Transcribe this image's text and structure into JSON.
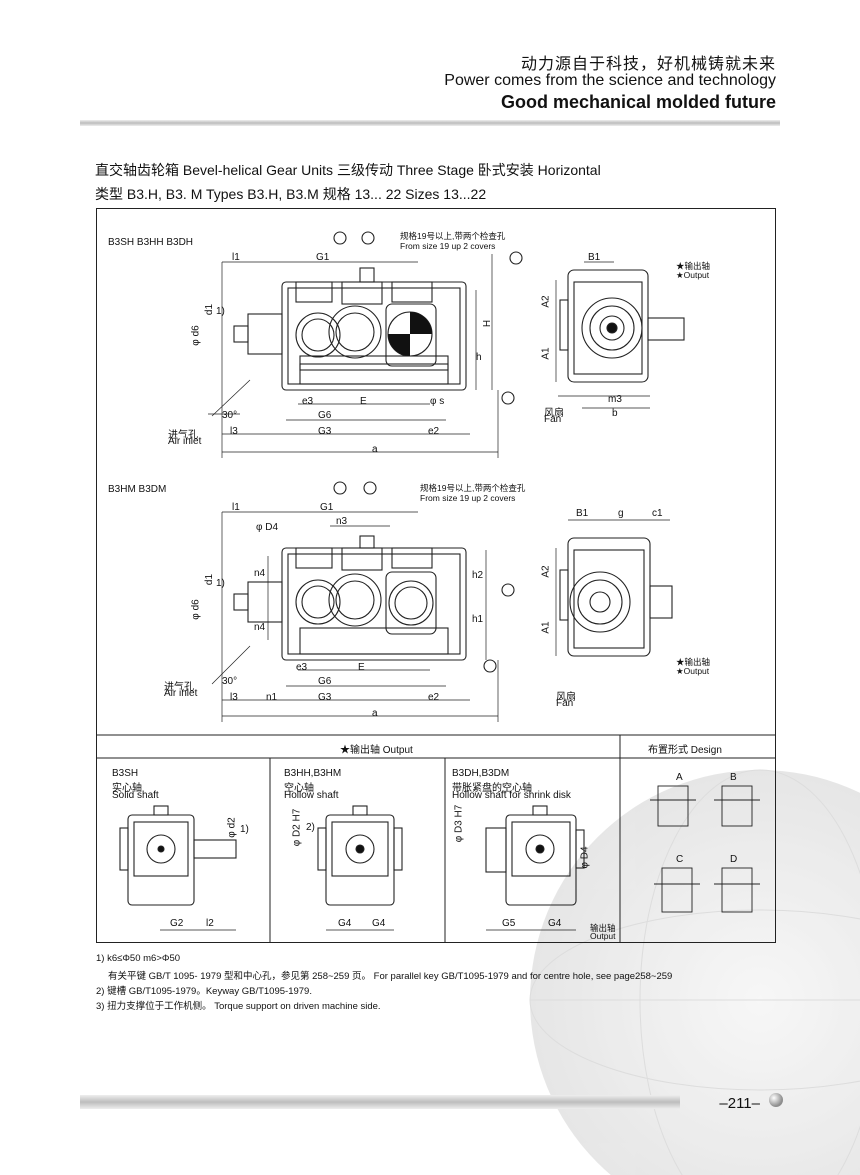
{
  "header": {
    "cn": "动力源自于科技，好机械铸就未来",
    "en": "Power comes from the science and technology",
    "bold": "Good mechanical molded future"
  },
  "title": {
    "line1": "直交轴齿轮箱   Bevel-helical   Gear Units      三级传动  Three  Stage          卧式安装  Horizontal",
    "line2": "类型 B3.H, B3. M     Types  B3.H,   B3.M                 规格  13... 22        Sizes 13...22"
  },
  "section1": {
    "title": "B3SH B3HH B3DH",
    "note_cn": "规格19号以上,带两个检查孔",
    "note_en": "From  size 19  up 2 covers",
    "output_cn": "★输出轴",
    "output_en": "★Output",
    "fan_cn": "风扇",
    "fan_en": "Fan",
    "air_cn": "进气孔",
    "air_en": "Air inlet",
    "dims": {
      "l1": "l1",
      "G1": "G1",
      "d1": "d1",
      "d6": "φ d6",
      "H": "H",
      "h": "h",
      "e3": "e3",
      "E": "E",
      "S": "φ s",
      "G6": "G6",
      "l3": "l3",
      "G3": "G3",
      "e2": "e2",
      "a": "a",
      "angle": "30°",
      "B1": "B1",
      "A2": "A2",
      "A1": "A1",
      "m3": "m3",
      "b": "b",
      "one": "1)"
    }
  },
  "section2": {
    "title": "B3HM B3DM",
    "note_cn": "规格19号以上,带两个检查孔",
    "note_en": "From  size 19  up 2 covers",
    "output_cn": "★输出轴",
    "output_en": "★Output",
    "fan_cn": "风扇",
    "fan_en": "Fan",
    "air_cn": "进气孔",
    "air_en": "Air inlet",
    "dims": {
      "l1": "l1",
      "G1": "G1",
      "n3": "n3",
      "D4": "φ D4",
      "d1": "d1",
      "d6": "φ d6",
      "n4a": "n4",
      "n4b": "n4",
      "h2": "h2",
      "h1": "h1",
      "e3": "e3",
      "E": "E",
      "G6": "G6",
      "l3": "l3",
      "n1": "n1",
      "G3": "G3",
      "e2": "e2",
      "a": "a",
      "angle": "30°",
      "B1": "B1",
      "g": "g",
      "c1": "c1",
      "A2": "A2",
      "A1": "A1",
      "one": "1)"
    }
  },
  "bottom": {
    "output_header": "★输出轴  Output",
    "design_header": "布置形式 Design",
    "solid": {
      "code": "B3SH",
      "cn": "实心轴",
      "en": "Solid shaft",
      "dim1": "φ d2",
      "dim1n": "1)",
      "G2": "G2",
      "l2": "l2"
    },
    "hollow": {
      "code": "B3HH,B3HM",
      "cn": "空心轴",
      "en": "Hollow shaft",
      "dim1": "φ D2 H7",
      "dim1n": "2)",
      "G4a": "G4",
      "G4b": "G4"
    },
    "shrink": {
      "code": "B3DH,B3DM",
      "cn": "带胀紧盘的空心轴",
      "en": "Hollow shaft for shrink disk",
      "dim1": "φ D3 H7",
      "dim2": "φ D4",
      "G5": "G5",
      "G4": "G4",
      "out_cn": "输出轴",
      "out_en": "Output"
    },
    "designs": [
      "A",
      "B",
      "C",
      "D"
    ]
  },
  "notes": {
    "n1": "1)  k6≤Φ50    m6>Φ50",
    "n1b": "有关平键 GB/T 1095- 1979 型和中心孔，参见第 258~259 页。     For parallel key GB/T1095-1979 and for centre hole, see page258~259",
    "n2": "2)  键槽 GB/T1095-1979。Keyway GB/T1095-1979.",
    "n3": "3)  扭力支撑位于工作机侧。    Torque support on driven machine side."
  },
  "page_number": "–211–"
}
